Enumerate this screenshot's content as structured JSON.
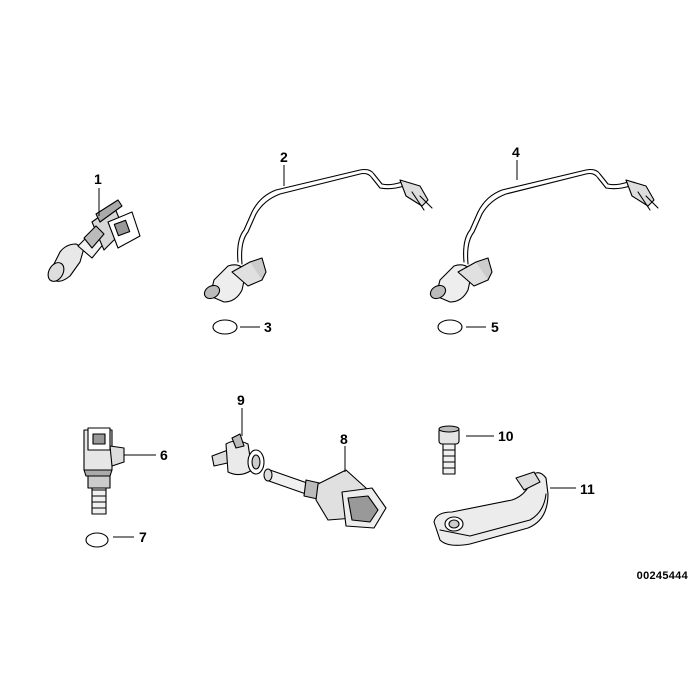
{
  "diagram": {
    "callouts": [
      "1",
      "2",
      "3",
      "4",
      "5",
      "6",
      "7",
      "8",
      "9",
      "10",
      "11"
    ],
    "document_number": "00245444"
  }
}
